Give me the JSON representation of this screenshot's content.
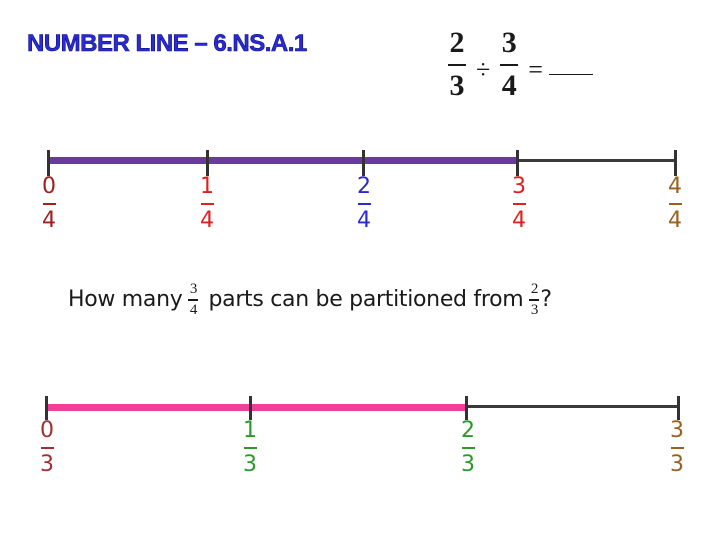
{
  "title": "NUMBER LINE – 6.NS.A.1",
  "equation": {
    "left": {
      "numerator": "2",
      "denominator": "3"
    },
    "operator": "÷",
    "right": {
      "numerator": "3",
      "denominator": "4"
    },
    "equals": "=",
    "answer": ""
  },
  "question": {
    "prefix": "How many",
    "frac1": {
      "numerator": "3",
      "denominator": "4"
    },
    "middle": "parts can be partitioned from",
    "frac2": {
      "numerator": "2",
      "denominator": "3"
    },
    "suffix": "?"
  },
  "number_line_fourths": {
    "highlight_color": "#6b3aa0",
    "highlight_to": "3/4",
    "ticks": [
      {
        "numerator": "0",
        "denominator": "4",
        "color": "#a02020"
      },
      {
        "numerator": "1",
        "denominator": "4",
        "color": "#e02020"
      },
      {
        "numerator": "2",
        "denominator": "4",
        "color": "#2a2ad0"
      },
      {
        "numerator": "3",
        "denominator": "4",
        "color": "#e02020"
      },
      {
        "numerator": "4",
        "denominator": "4",
        "color": "#9a6020"
      }
    ]
  },
  "number_line_thirds": {
    "highlight_color": "#f0409a",
    "highlight_to": "2/3",
    "ticks": [
      {
        "numerator": "0",
        "denominator": "3",
        "color": "#a03030"
      },
      {
        "numerator": "1",
        "denominator": "3",
        "color": "#2a9a2a"
      },
      {
        "numerator": "2",
        "denominator": "3",
        "color": "#2a9a2a"
      },
      {
        "numerator": "3",
        "denominator": "3",
        "color": "#9a6020"
      }
    ]
  }
}
